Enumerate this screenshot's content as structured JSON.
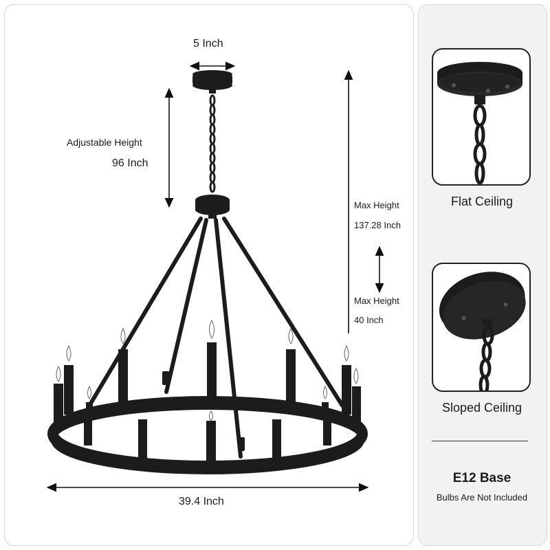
{
  "dimensions": {
    "canopy_width": "5 Inch",
    "adjustable_height_label": "Adjustable Height",
    "adjustable_height_value": "96 Inch",
    "max_height_label_1": "Max Height",
    "max_height_value_1": "137.28 Inch",
    "max_height_label_2": "Max Height",
    "max_height_value_2": "40 Inch",
    "diameter": "39.4 Inch"
  },
  "sidebar": {
    "flat_ceiling_label": "Flat Ceiling",
    "sloped_ceiling_label": "Sloped Ceiling",
    "base_title": "E12 Base",
    "base_note": "Bulbs Are Not Included"
  },
  "colors": {
    "fixture": "#1c1c1c",
    "panel_bg": "#f2f2f2",
    "border": "#d6d6d6"
  }
}
